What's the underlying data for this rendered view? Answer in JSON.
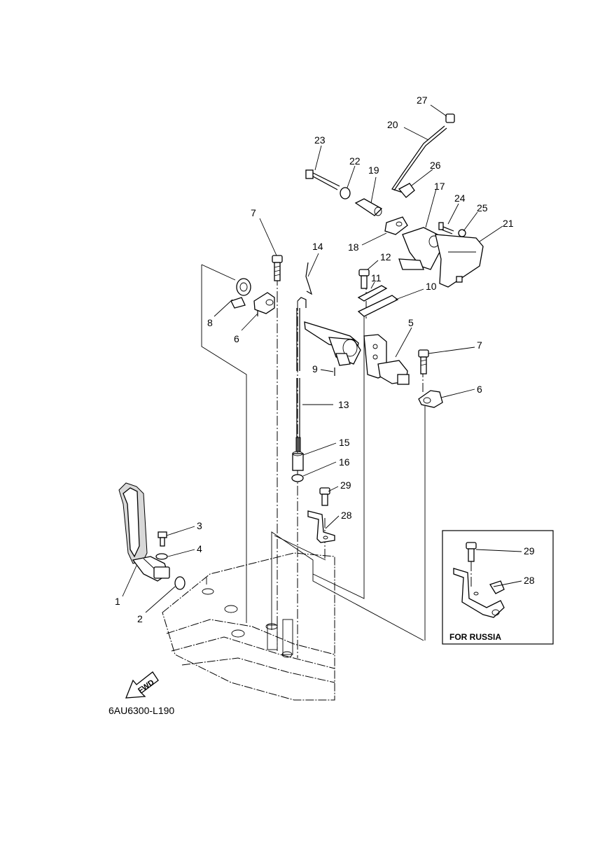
{
  "diagram": {
    "reference_code": "6AU6300-L190",
    "inset_title": "FOR RUSSIA",
    "fwd_label": "FWD",
    "callouts": [
      {
        "id": "c1",
        "text": "1"
      },
      {
        "id": "c2",
        "text": "2"
      },
      {
        "id": "c3",
        "text": "3"
      },
      {
        "id": "c4",
        "text": "4"
      },
      {
        "id": "c5",
        "text": "5"
      },
      {
        "id": "c6a",
        "text": "6"
      },
      {
        "id": "c6b",
        "text": "6"
      },
      {
        "id": "c7a",
        "text": "7"
      },
      {
        "id": "c7b",
        "text": "7"
      },
      {
        "id": "c8",
        "text": "8"
      },
      {
        "id": "c9",
        "text": "9"
      },
      {
        "id": "c10",
        "text": "10"
      },
      {
        "id": "c11",
        "text": "11"
      },
      {
        "id": "c12",
        "text": "12"
      },
      {
        "id": "c13",
        "text": "13"
      },
      {
        "id": "c14",
        "text": "14"
      },
      {
        "id": "c15",
        "text": "15"
      },
      {
        "id": "c16",
        "text": "16"
      },
      {
        "id": "c17",
        "text": "17"
      },
      {
        "id": "c18",
        "text": "18"
      },
      {
        "id": "c19",
        "text": "19"
      },
      {
        "id": "c20",
        "text": "20"
      },
      {
        "id": "c21",
        "text": "21"
      },
      {
        "id": "c22",
        "text": "22"
      },
      {
        "id": "c23",
        "text": "23"
      },
      {
        "id": "c24",
        "text": "24"
      },
      {
        "id": "c25",
        "text": "25"
      },
      {
        "id": "c26",
        "text": "26"
      },
      {
        "id": "c27",
        "text": "27"
      },
      {
        "id": "c28a",
        "text": "28"
      },
      {
        "id": "c29a",
        "text": "29"
      },
      {
        "id": "c28b",
        "text": "28"
      },
      {
        "id": "c29b",
        "text": "29"
      }
    ]
  }
}
